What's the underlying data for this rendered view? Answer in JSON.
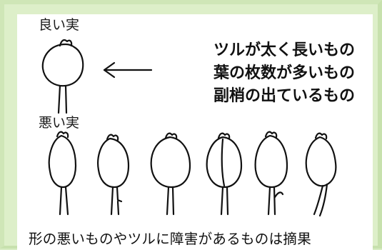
{
  "labels": {
    "good_fruit": "良い実",
    "bad_fruit": "悪い実"
  },
  "descriptions": [
    "ツルが太く長いもの",
    "葉の枚数が多いもの",
    "副梢の出ているもの"
  ],
  "footer_note": "形の悪いものやツルに障害があるものは摘果",
  "colors": {
    "frame_background": "#ddefc9",
    "panel_background": "#ffffff",
    "ink": "#111111"
  },
  "icons": [
    "arrow-left-icon",
    "fruit-illustration"
  ]
}
